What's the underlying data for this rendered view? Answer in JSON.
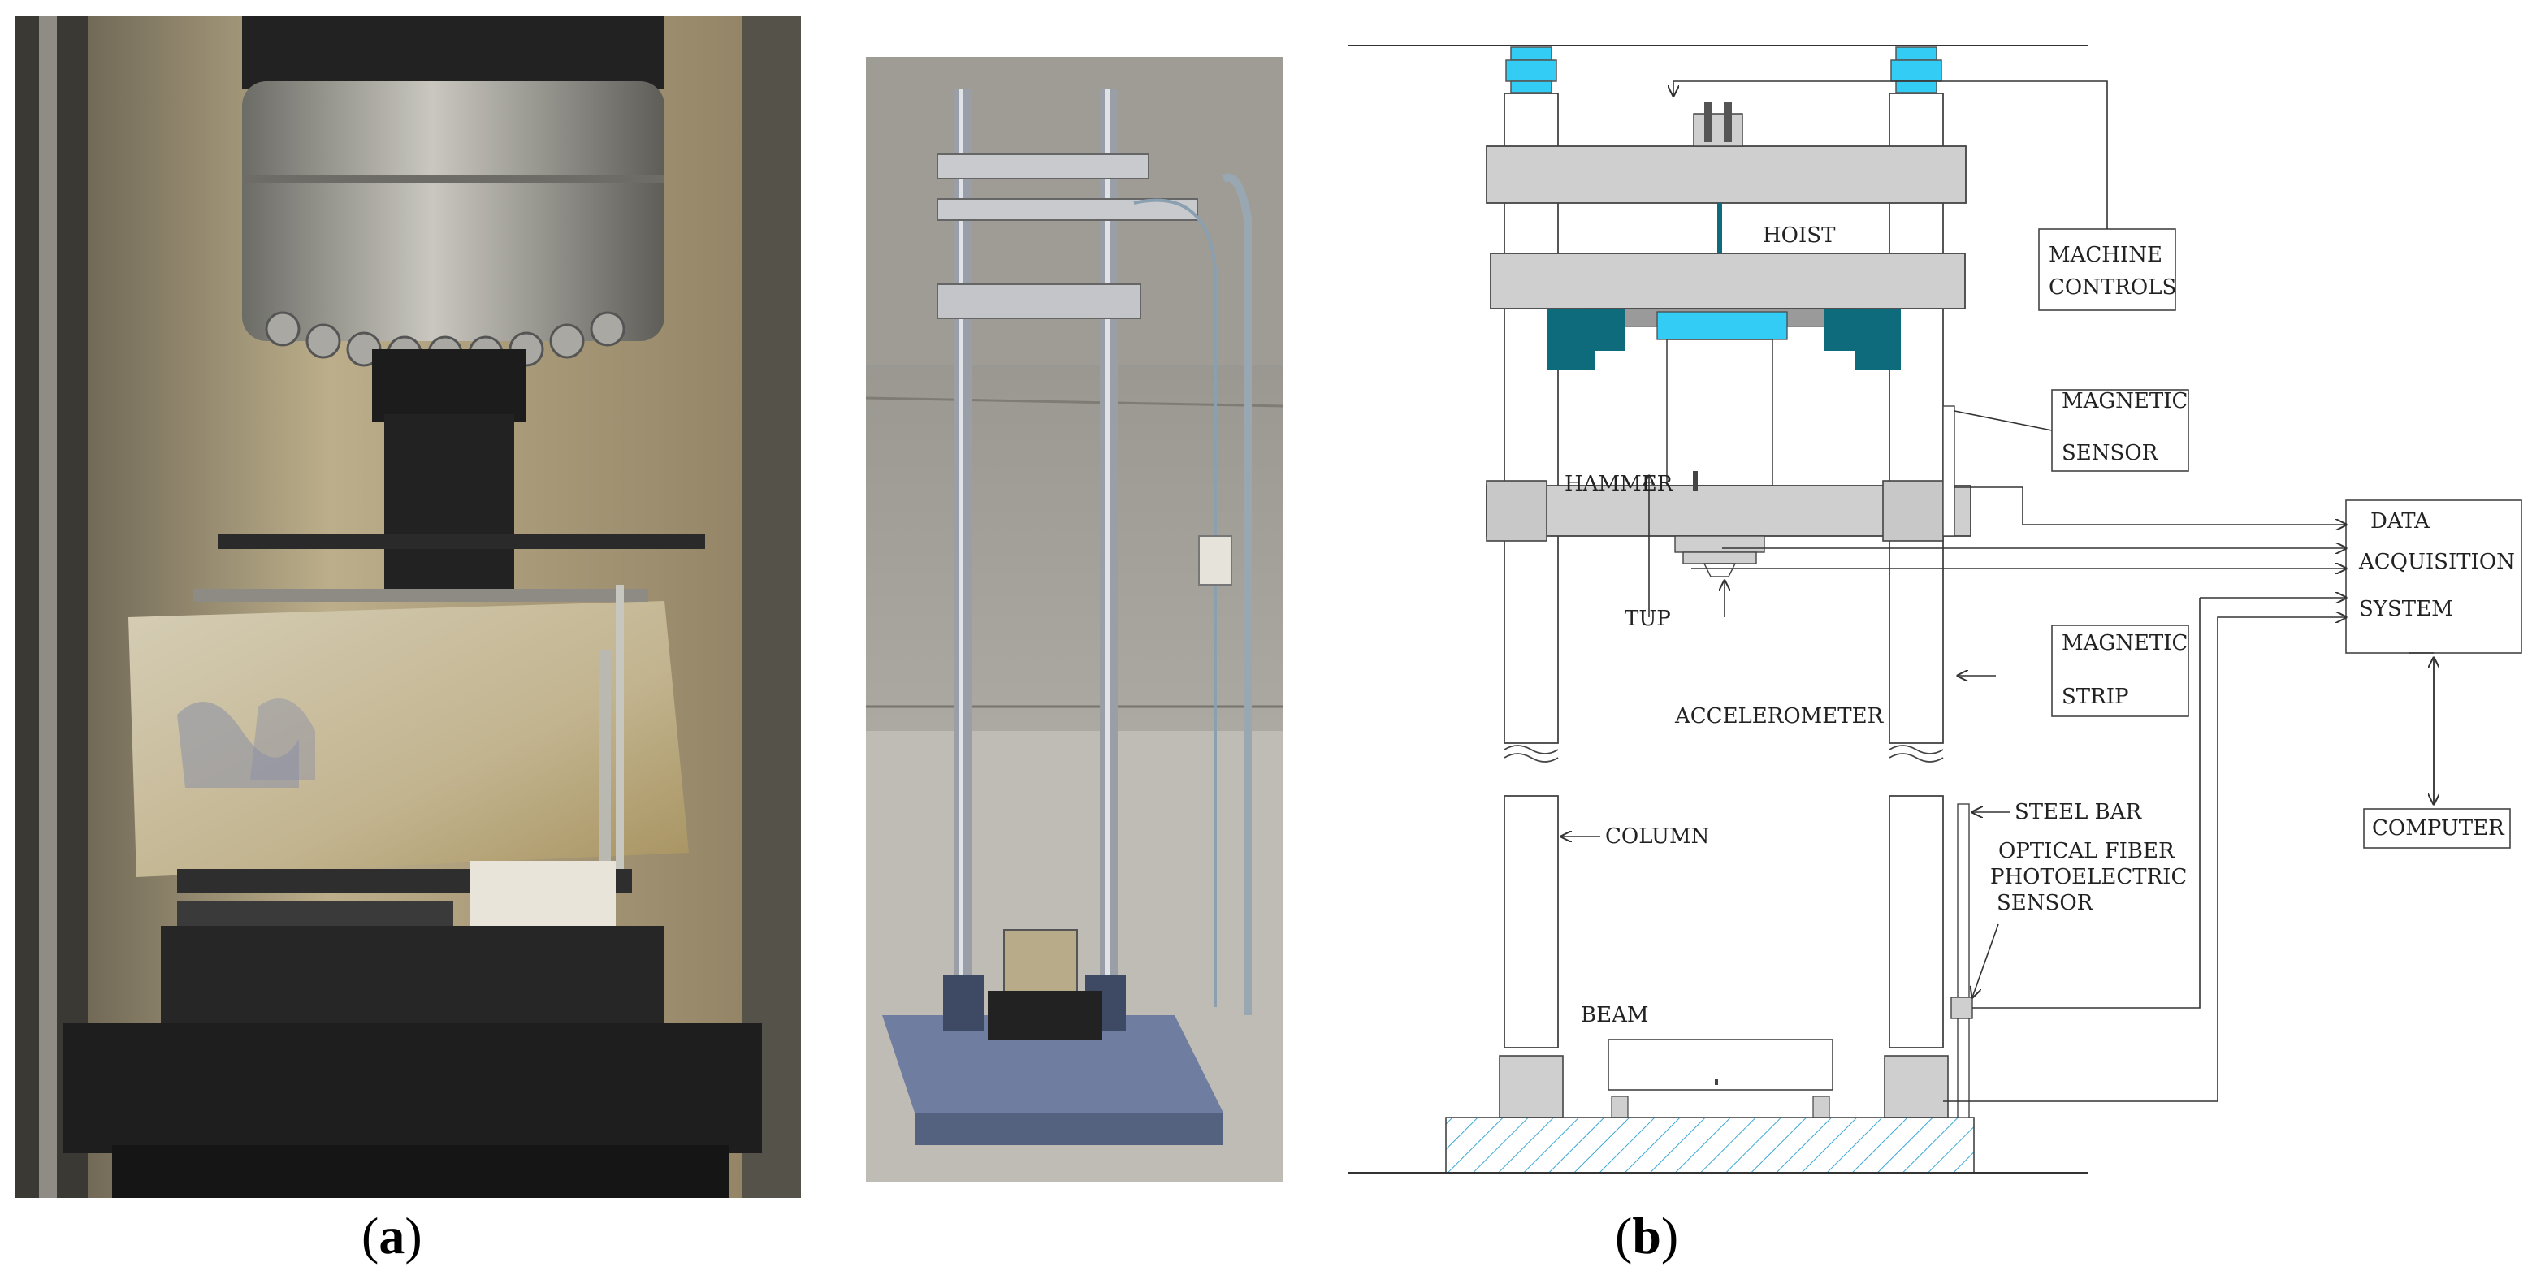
{
  "captions": {
    "a": "a",
    "b": "b"
  },
  "diagram": {
    "labels": {
      "hoist": "HOIST",
      "machine_controls_1": "MACHINE",
      "machine_controls_2": "CONTROLS",
      "magnetic_sensor_1": "MAGNETIC",
      "magnetic_sensor_2": "SENSOR",
      "hammer": "HAMMER",
      "daq_1": "DATA",
      "daq_2": "ACQUISITION",
      "daq_3": "SYSTEM",
      "tup": "TUP",
      "magnetic_strip_1": "MAGNETIC",
      "magnetic_strip_2": "STRIP",
      "accelerometer": "ACCELEROMETER",
      "steel_bar": "STEEL BAR",
      "column": "COLUMN",
      "optical_1": "OPTICAL FIBER",
      "optical_2": "PHOTOELECTRIC",
      "optical_3": "SENSOR",
      "computer": "COMPUTER",
      "beam": "BEAM"
    },
    "colors": {
      "hatch": "#3aa7d6",
      "light_blue": "#33ccf5",
      "dark_teal": "#0e6b7c",
      "frame_gray": "#cfcfcf",
      "outline": "#444444"
    }
  }
}
